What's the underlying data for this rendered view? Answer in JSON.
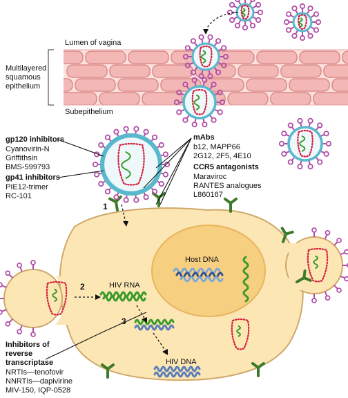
{
  "labels": {
    "lumen": "Lumen of vagina",
    "epithelium_1": "Multilayered",
    "epithelium_2": "squamous",
    "epithelium_3": "epithelium",
    "subepithelium": "Subepithelium",
    "gp120_title": "gp120 inhibitors",
    "gp120_items": [
      "Cyanovirin-N",
      "Griffithsin",
      "BMS-599793"
    ],
    "gp41_title": "gp41 inhibitors",
    "gp41_items": [
      "PIE12-trimer",
      "RC-101"
    ],
    "mabs_title": "mAbs",
    "mabs_items": [
      "b12, MAPP66",
      "2G12, 2F5, 4E10"
    ],
    "ccr5_title": "CCR5 antagonists",
    "ccr5_items": [
      "Maraviroc",
      "RANTES analogues",
      "L860167"
    ],
    "host_dna": "Host DNA",
    "hiv_rna": "HIV RNA",
    "hiv_dna": "HIV DNA",
    "rt_title": [
      "Inhibitors of",
      "reverse",
      "transcriptase"
    ],
    "rt_items": [
      "NRTIs—tenofovir",
      "NNRTIs—dapivirine",
      "MIV-150, IQP-0528"
    ]
  },
  "steps": [
    "1",
    "2",
    "3"
  ],
  "colors": {
    "tissue_fill": "#f3b8b5",
    "tissue_line": "#d98a88",
    "cell_fill": "#fbe6b4",
    "cell_edge": "#cfa86a",
    "nucleus_fill": "#f6cf80",
    "virus_shell": "#5ab8cc",
    "virus_spike": "#b04da6",
    "capsid_dots": "#d41c3c",
    "rna_green": "#3a9a2a",
    "dna_blue": "#5b7fb8",
    "receptor_green": "#3d7a2a"
  }
}
